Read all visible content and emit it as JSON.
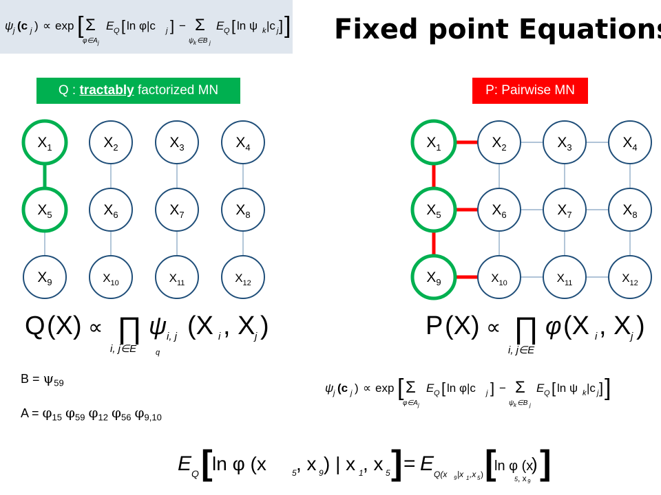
{
  "title": "Fixed point Equations",
  "q_label": {
    "prefix": "Q",
    "mid": " : ",
    "underlined": "tractably",
    "suffix": " factorized MN"
  },
  "p_label": "P: Pairwise MN",
  "top_formula": {
    "lhs": "ψ",
    "lhs_sub": "j",
    "lhs_arg": "(c",
    "lhs_arg_sub": "j",
    "lhs_arg_end": ")",
    "prop": "∝",
    "exp": "exp",
    "sum1": "Σ",
    "sum1_sub": "φ∈A",
    "sum1_sub_j": "j",
    "e1": "E",
    "e1_sub": "Q",
    "ln1": "ln φ|c",
    "ln1_sub": "j",
    "minus": "−",
    "sum2": "Σ",
    "sum2_sub": "ψ",
    "sum2_sub_k": "k",
    "sum2_sub_in": "∈B",
    "sum2_sub_j": "j",
    "e2": "E",
    "e2_sub": "Q",
    "ln2": "ln ψ",
    "ln2_k": "k",
    "ln2_c": "|c",
    "ln2_j": "j"
  },
  "left_graph": {
    "nodes": [
      {
        "id": "X1",
        "base": "X",
        "sub": "1",
        "col": 0,
        "row": 0
      },
      {
        "id": "X2",
        "base": "X",
        "sub": "2",
        "col": 1,
        "row": 0
      },
      {
        "id": "X3",
        "base": "X",
        "sub": "3",
        "col": 2,
        "row": 0
      },
      {
        "id": "X4",
        "base": "X",
        "sub": "4",
        "col": 3,
        "row": 0
      },
      {
        "id": "X5",
        "base": "X",
        "sub": "5",
        "col": 0,
        "row": 1
      },
      {
        "id": "X6",
        "base": "X",
        "sub": "6",
        "col": 1,
        "row": 1
      },
      {
        "id": "X7",
        "base": "X",
        "sub": "7",
        "col": 2,
        "row": 1
      },
      {
        "id": "X8",
        "base": "X",
        "sub": "8",
        "col": 3,
        "row": 1
      },
      {
        "id": "X9",
        "base": "X",
        "sub": "9",
        "col": 0,
        "row": 2
      },
      {
        "id": "X10",
        "base": "X",
        "sub": "10",
        "col": 1,
        "row": 2
      },
      {
        "id": "X11",
        "base": "X",
        "sub": "11",
        "col": 2,
        "row": 2
      },
      {
        "id": "X12",
        "base": "X",
        "sub": "12",
        "col": 3,
        "row": 2
      }
    ],
    "edges": [
      {
        "a": "X1",
        "b": "X5",
        "highlight": true
      },
      {
        "a": "X2",
        "b": "X6",
        "highlight": false
      },
      {
        "a": "X3",
        "b": "X7",
        "highlight": false
      },
      {
        "a": "X4",
        "b": "X8",
        "highlight": false
      },
      {
        "a": "X5",
        "b": "X9",
        "highlight": false
      },
      {
        "a": "X6",
        "b": "X10",
        "highlight": false
      },
      {
        "a": "X7",
        "b": "X11",
        "highlight": false
      },
      {
        "a": "X8",
        "b": "X12",
        "highlight": false
      }
    ],
    "highlight_nodes": [
      "X1",
      "X5"
    ],
    "highlight_color": "#00b050"
  },
  "right_graph": {
    "nodes": [
      {
        "id": "X1",
        "base": "X",
        "sub": "1",
        "col": 0,
        "row": 0
      },
      {
        "id": "X2",
        "base": "X",
        "sub": "2",
        "col": 1,
        "row": 0
      },
      {
        "id": "X3",
        "base": "X",
        "sub": "3",
        "col": 2,
        "row": 0
      },
      {
        "id": "X4",
        "base": "X",
        "sub": "4",
        "col": 3,
        "row": 0
      },
      {
        "id": "X5",
        "base": "X",
        "sub": "5",
        "col": 0,
        "row": 1
      },
      {
        "id": "X6",
        "base": "X",
        "sub": "6",
        "col": 1,
        "row": 1
      },
      {
        "id": "X7",
        "base": "X",
        "sub": "7",
        "col": 2,
        "row": 1
      },
      {
        "id": "X8",
        "base": "X",
        "sub": "8",
        "col": 3,
        "row": 1
      },
      {
        "id": "X9",
        "base": "X",
        "sub": "9",
        "col": 0,
        "row": 2
      },
      {
        "id": "X10",
        "base": "X",
        "sub": "10",
        "col": 1,
        "row": 2
      },
      {
        "id": "X11",
        "base": "X",
        "sub": "11",
        "col": 2,
        "row": 2
      },
      {
        "id": "X12",
        "base": "X",
        "sub": "12",
        "col": 3,
        "row": 2
      }
    ],
    "edges": [
      {
        "a": "X1",
        "b": "X2",
        "highlight": true
      },
      {
        "a": "X2",
        "b": "X3",
        "highlight": false
      },
      {
        "a": "X3",
        "b": "X4",
        "highlight": false
      },
      {
        "a": "X5",
        "b": "X6",
        "highlight": true
      },
      {
        "a": "X6",
        "b": "X7",
        "highlight": false
      },
      {
        "a": "X7",
        "b": "X8",
        "highlight": false
      },
      {
        "a": "X9",
        "b": "X10",
        "highlight": true
      },
      {
        "a": "X10",
        "b": "X11",
        "highlight": false
      },
      {
        "a": "X11",
        "b": "X12",
        "highlight": false
      },
      {
        "a": "X1",
        "b": "X5",
        "highlight": true
      },
      {
        "a": "X2",
        "b": "X6",
        "highlight": false
      },
      {
        "a": "X3",
        "b": "X7",
        "highlight": false
      },
      {
        "a": "X4",
        "b": "X8",
        "highlight": false
      },
      {
        "a": "X5",
        "b": "X9",
        "highlight": true
      },
      {
        "a": "X6",
        "b": "X10",
        "highlight": false
      },
      {
        "a": "X7",
        "b": "X11",
        "highlight": false
      },
      {
        "a": "X8",
        "b": "X12",
        "highlight": false
      }
    ],
    "highlight_nodes": [
      "X1",
      "X5",
      "X9"
    ],
    "highlight_color": "#ff0000",
    "highlight_node_color": "#00b050"
  },
  "node_fill": "#ffffff",
  "node_stroke": "#1f4e79",
  "node_highlight_stroke": "#00b050",
  "edge_color": "#7f9fbf",
  "q_formula": {
    "lhs": "Q",
    "arg": "(X)",
    "prop": "∝",
    "prod": "∏",
    "sub": "i, j∈E",
    "sub_q": "q",
    "fn": "ψ",
    "fn_sub": "i, j",
    "args": "(X",
    "args_i": "i",
    "args_mid": ", X",
    "args_j": "j",
    "args_end": ")"
  },
  "p_formula": {
    "lhs": "P",
    "arg": "(X)",
    "prop": "∝",
    "prod": "∏",
    "sub": "i, j∈E",
    "fn": "φ",
    "args": "(X",
    "args_i": "i",
    "args_mid": ", X",
    "args_j": "j",
    "args_end": ")"
  },
  "b_line": {
    "label": "B = ",
    "sym": "ψ",
    "sub": "59"
  },
  "a_line": {
    "label": "A = ",
    "terms": [
      {
        "sym": "φ",
        "sub": "15"
      },
      {
        "sym": "φ",
        "sub": "59"
      },
      {
        "sym": "φ",
        "sub": "12"
      },
      {
        "sym": "φ",
        "sub": "56"
      },
      {
        "sym": "φ",
        "sub": "9,10"
      }
    ]
  },
  "bottom_formula": {
    "e": "E",
    "e_sub": "Q",
    "l1": "ln φ (x",
    "l1_s5": "5",
    "l1_comma": ", x",
    "l1_s9": "9",
    "l1_cond": ") | x",
    "l1_s1": "1",
    "l1_comma2": ", x",
    "l1_s5b": "5",
    "eq": "=",
    "e2": "E",
    "e2_sub": "Q(x",
    "e2_s9": "9",
    "e2_bar": "|x",
    "e2_s1": "1",
    "e2_comma": ",x",
    "e2_s5": "5",
    "e2_end": ")",
    "l2": "ln φ (x",
    "l2_s5": "5",
    "l2_comma": ", x",
    "l2_s9": "9",
    "l2_end": ")"
  }
}
